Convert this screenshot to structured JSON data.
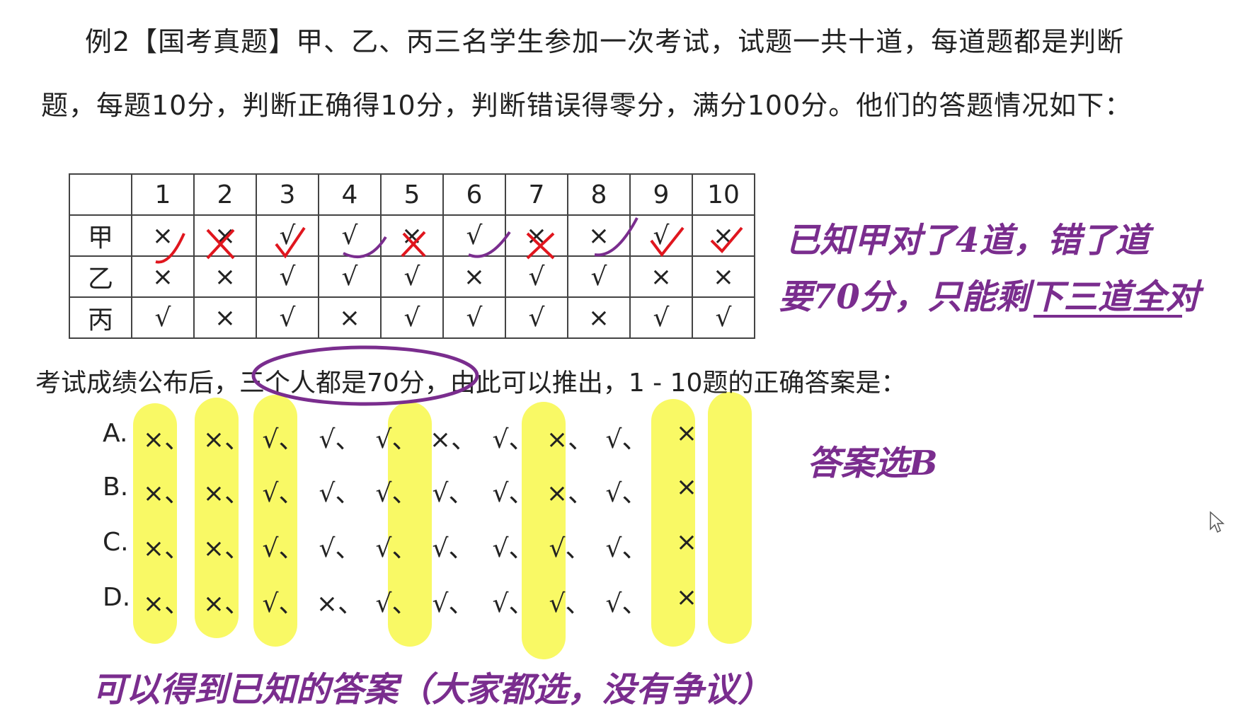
{
  "problem": {
    "line1": "例2【国考真题】甲、乙、丙三名学生参加一次考试，试题一共十道，每道题都是判断",
    "line2": "题，每题10分，判断正确得10分，判断错误得零分，满分100分。他们的答题情况如下："
  },
  "table": {
    "headers": [
      "",
      "1",
      "2",
      "3",
      "4",
      "5",
      "6",
      "7",
      "8",
      "9",
      "10"
    ],
    "rows": [
      {
        "name": "甲",
        "cells": [
          "×",
          "×",
          "√",
          "√",
          "×",
          "√",
          "×",
          "×",
          "√",
          "×"
        ]
      },
      {
        "name": "乙",
        "cells": [
          "×",
          "×",
          "√",
          "√",
          "√",
          "×",
          "√",
          "√",
          "×",
          "×"
        ]
      },
      {
        "name": "丙",
        "cells": [
          "√",
          "×",
          "√",
          "×",
          "√",
          "√",
          "√",
          "×",
          "√",
          "√"
        ]
      }
    ]
  },
  "statement": {
    "before": "考试成绩公布后，",
    "circled": "三个人都是70分",
    "after": "，由此可以推出，1 - 10题的正确答案是："
  },
  "options": [
    {
      "letter": "A.",
      "marks": [
        "×、",
        "×、",
        "√、",
        "√、",
        "√、",
        "×、",
        "√、",
        "×、",
        "√、",
        "×"
      ]
    },
    {
      "letter": "B.",
      "marks": [
        "×、",
        "×、",
        "√、",
        "√、",
        "√、",
        "√、",
        "√、",
        "×、",
        "√、",
        "×"
      ]
    },
    {
      "letter": "C.",
      "marks": [
        "×、",
        "×、",
        "√、",
        "√、",
        "√、",
        "√、",
        "√、",
        "√、",
        "√、",
        "×"
      ]
    },
    {
      "letter": "D.",
      "marks": [
        "×、",
        "×、",
        "√、",
        "×、",
        "√、",
        "√、",
        "√、",
        "√、",
        "√、",
        "×"
      ]
    }
  ],
  "handwriting": {
    "note1": "已知甲对了4道，错了道",
    "note2": "要70分，只能剩下三道全对",
    "note3": "答案选B",
    "note4": "可以得到已知的答案（大家都选，没有争议）"
  },
  "colors": {
    "highlight": "#f8f84a",
    "ink_purple": "#7a2d8e",
    "ink_red": "#e0161e"
  }
}
